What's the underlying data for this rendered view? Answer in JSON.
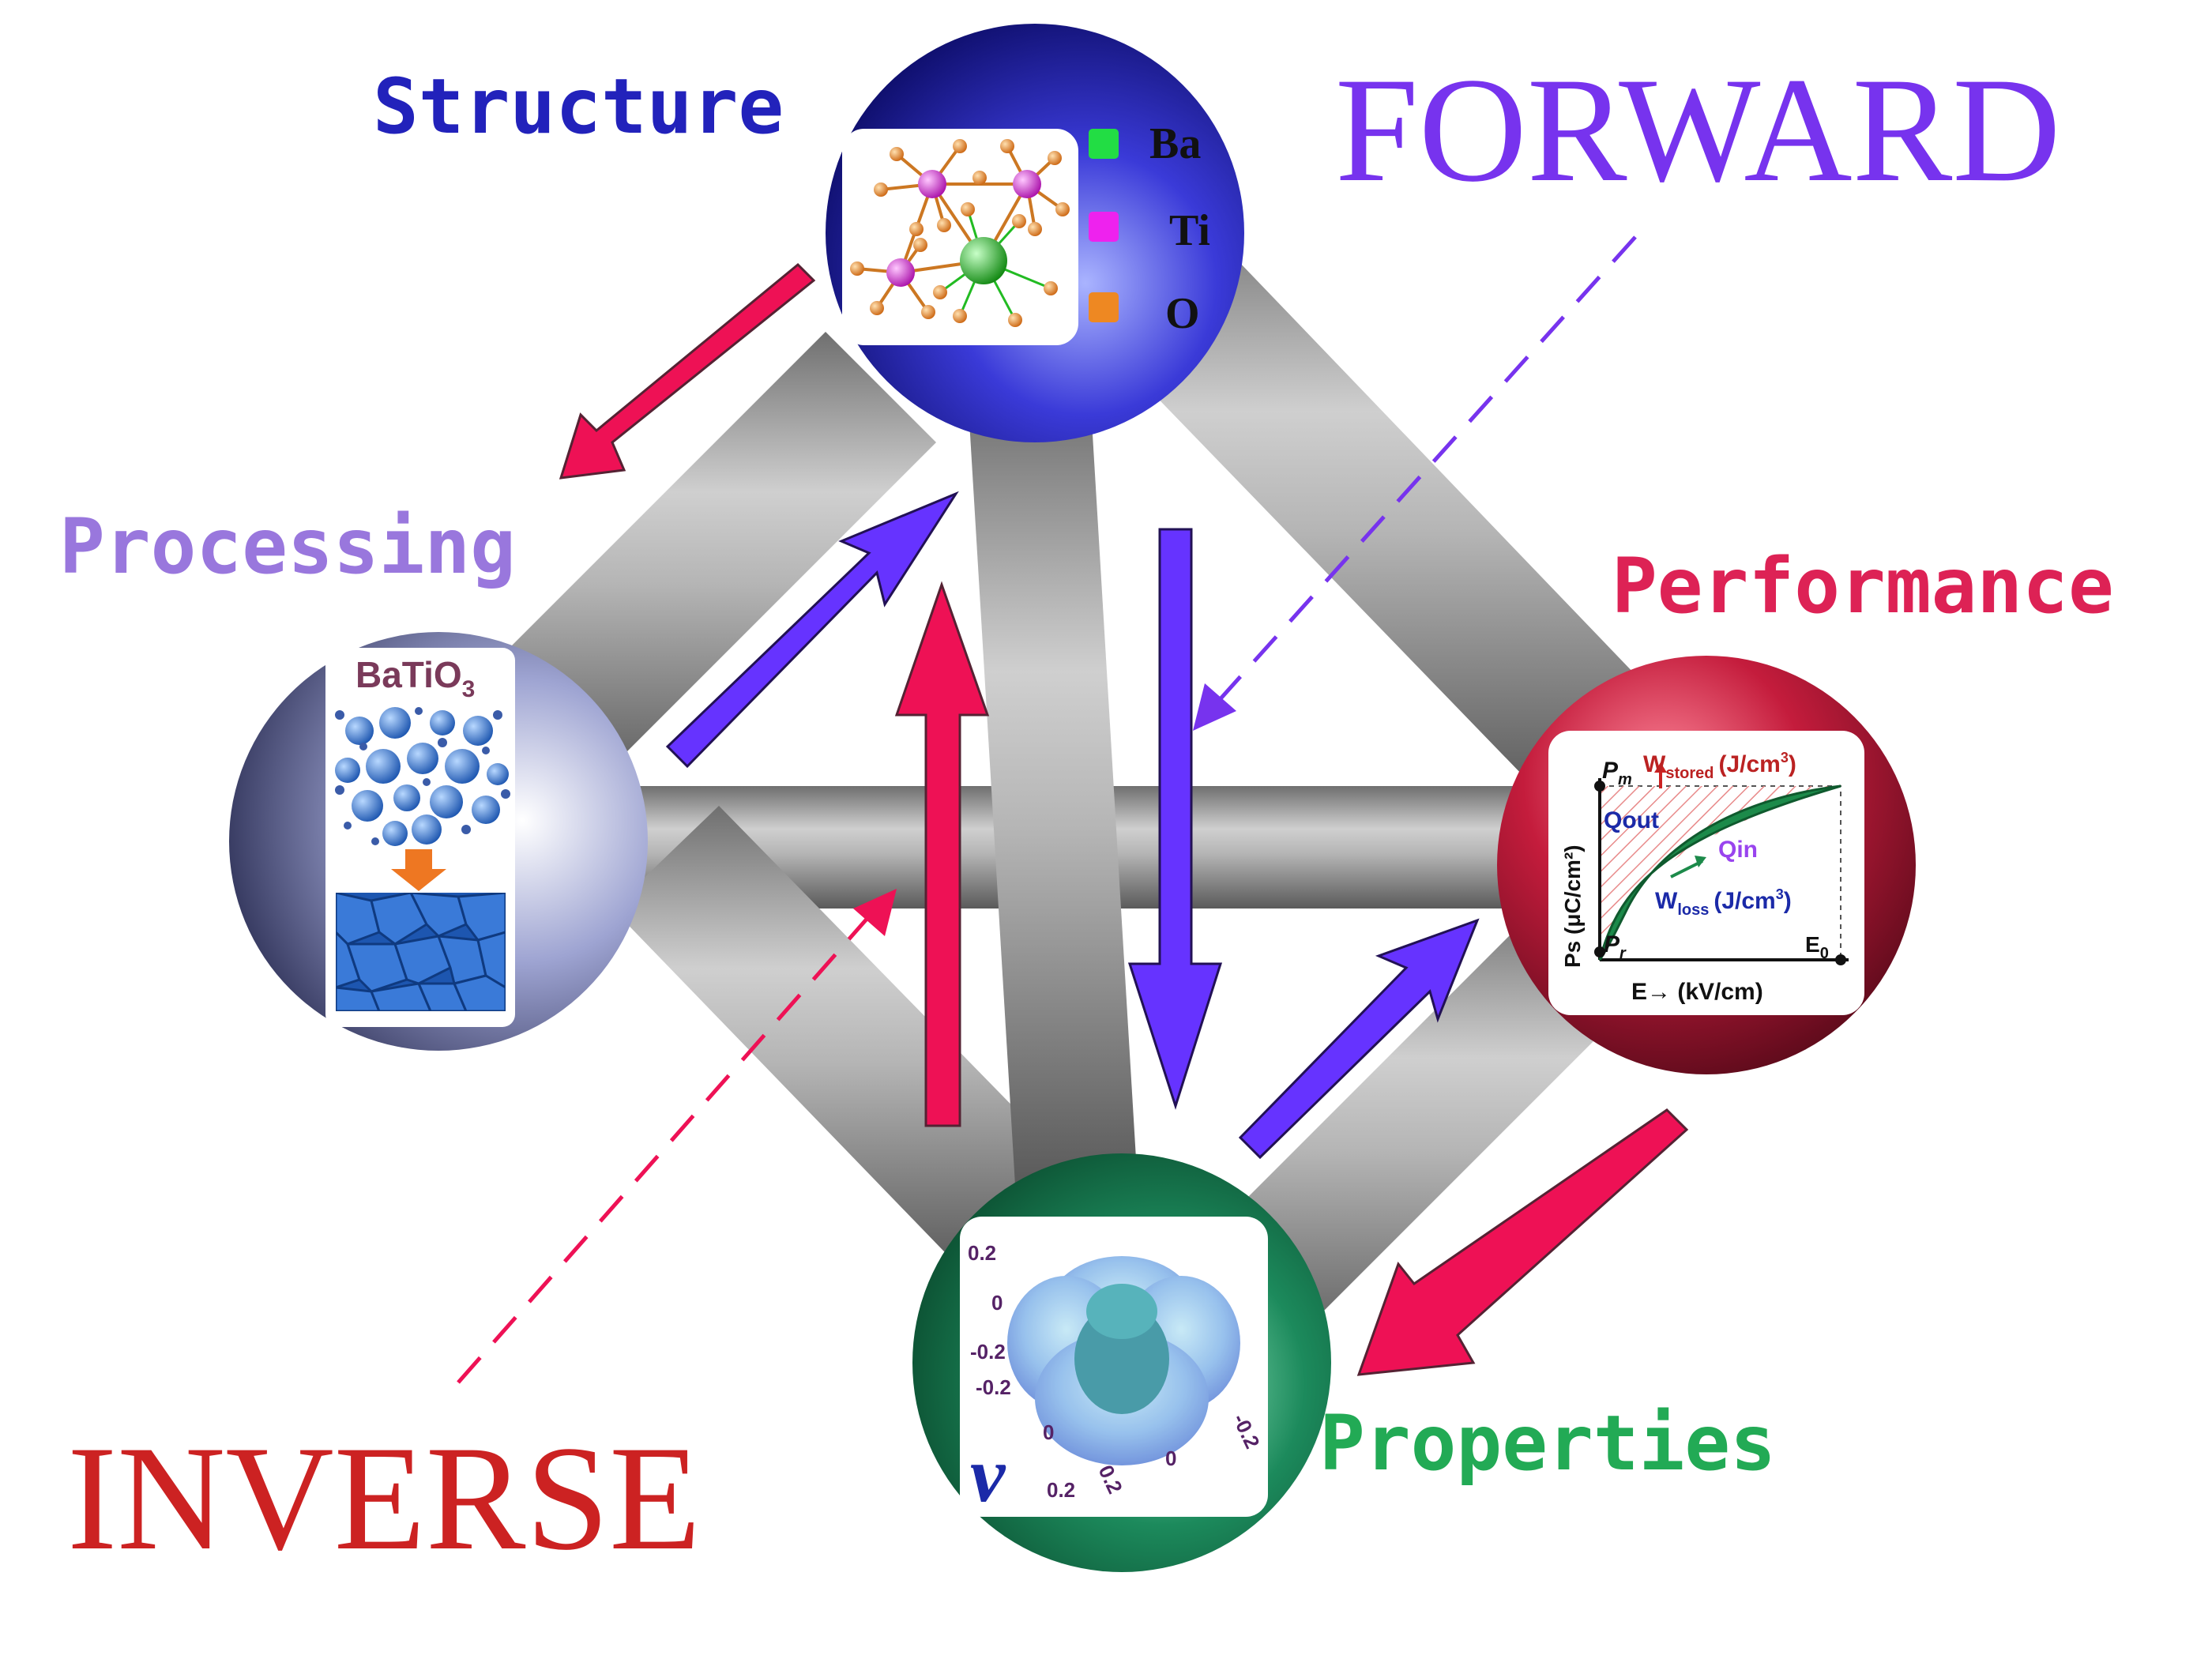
{
  "titles": {
    "forward": "FORWARD",
    "inverse": "INVERSE"
  },
  "nodes": {
    "structure": "Structure",
    "processing": "Processing",
    "performance": "Performance",
    "properties": "Properties"
  },
  "structure_legend": [
    {
      "label": "Ba",
      "color": "#22dd44"
    },
    {
      "label": "Ti",
      "color": "#ee22ee"
    },
    {
      "label": "O",
      "color": "#ee8822"
    }
  ],
  "processing_panel": {
    "formula_main": "BaTiO",
    "formula_sub": "3"
  },
  "performance_panel": {
    "pm_main": "P",
    "pm_sub": "m",
    "w_stored_main": "W",
    "w_stored_sub": "stored",
    "w_stored_unit_main": "(J/cm",
    "w_stored_unit_sup": "3",
    "w_stored_unit_end": ")",
    "qout": "Qout",
    "qin": "Qin",
    "w_loss_main": "W",
    "w_loss_sub": "loss",
    "w_loss_unit_main": "(J/cm",
    "w_loss_unit_sup": "3",
    "w_loss_unit_end": ")",
    "pr_main": "P",
    "pr_sub": "r",
    "e0_main": "E",
    "e0_sub": "0",
    "y_axis": "Ps (μC/cm²)",
    "x_axis": "E→ (kV/cm)"
  },
  "properties_panel": {
    "symbol": "ν",
    "ticks_left": [
      "0.2",
      "0",
      "-0.2",
      "-0.2"
    ],
    "ticks_bottom": [
      "0",
      "0.2",
      "0.2",
      "0",
      "-0.2"
    ]
  },
  "colors": {
    "forward": "#7733ee",
    "inverse": "#cc2222",
    "structure_label": "#2222bb",
    "processing_label": "#9977dd",
    "performance_label": "#dd2255",
    "properties_label": "#22aa55",
    "blue_arrow": "#6633ff",
    "red_arrow": "#ee1155"
  }
}
